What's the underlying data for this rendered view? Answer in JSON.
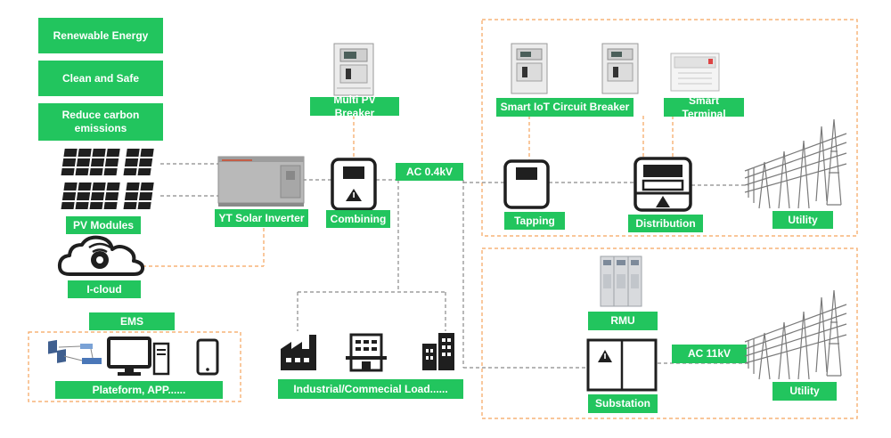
{
  "benefits": [
    "Renewable Energy",
    "Clean and Safe",
    "Reduce carbon emissions"
  ],
  "labels": {
    "pv_modules": "PV Modules",
    "inverter": "YT Solar Inverter",
    "icloud": "I-cloud",
    "multi_pv_breaker": "Multi PV Breaker",
    "combining": "Combining",
    "ac_low": "AC 0.4kV",
    "smart_iot_breaker": "Smart IoT Circuit Breaker",
    "smart_terminal": "Smart Terminal",
    "tapping": "Tapping",
    "distribution": "Distribution",
    "utility_top": "Utility",
    "ems": "EMS",
    "platform": "Plateform, APP......",
    "load": "Industrial/Commecial Load......",
    "rmu": "RMU",
    "ac_high": "AC 11kV",
    "substation": "Substation",
    "utility_bottom": "Utility"
  },
  "colors": {
    "label_green": "#22c55e",
    "dashed_orange": "#f5a35c",
    "wire_gray": "#8a8a8a",
    "icon_dark": "#1f1f1f"
  }
}
